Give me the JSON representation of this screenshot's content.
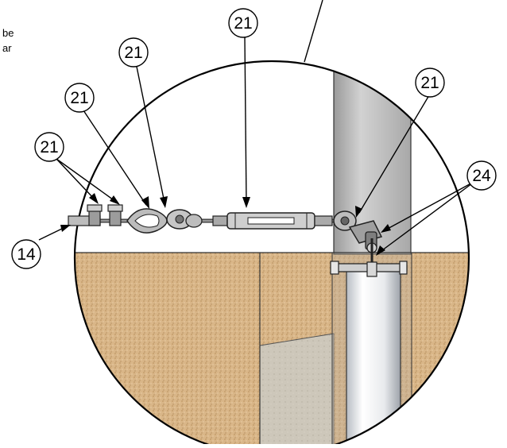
{
  "notes": {
    "fragment_1": "be",
    "fragment_2": "ar"
  },
  "callouts": {
    "c1": "21",
    "c2": "21",
    "c3": "21",
    "c4": "21",
    "c5": "21",
    "c6": "14",
    "c7": "24"
  },
  "colors": {
    "soil": "#d8b486",
    "concrete": "#c9c2b4",
    "post": "#c6c6c6",
    "outline": "#000000",
    "hardware": "#8a8a8a"
  }
}
